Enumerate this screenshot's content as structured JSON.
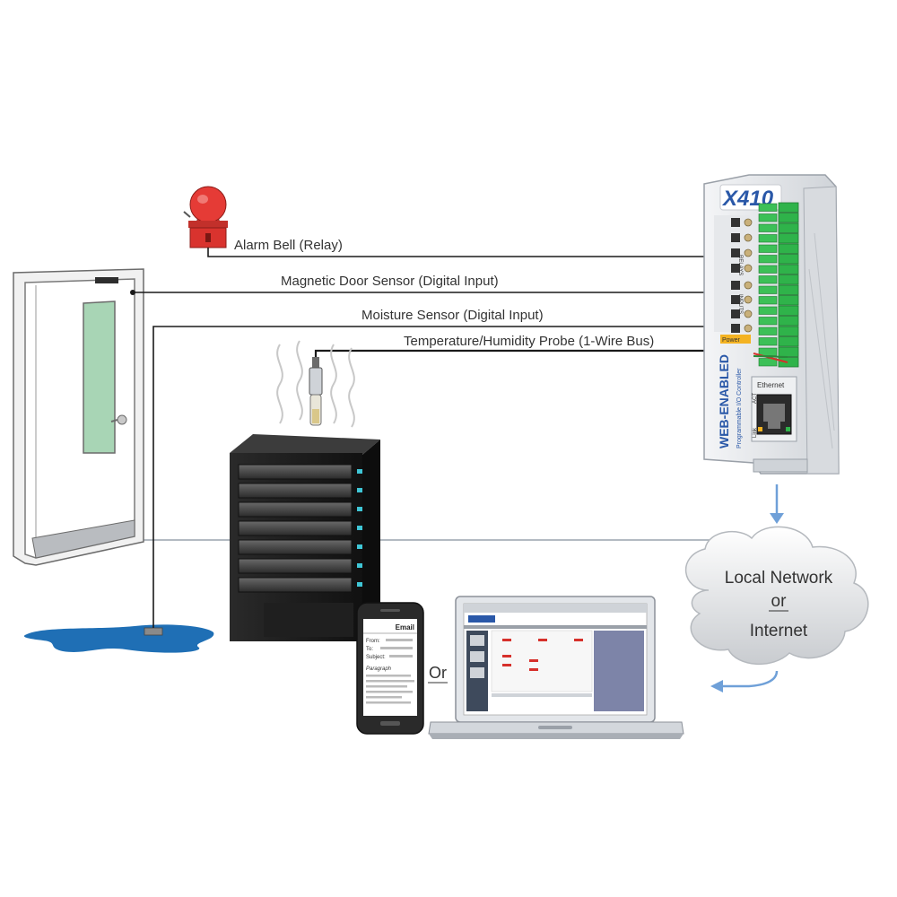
{
  "labels": {
    "alarm_bell": "Alarm Bell (Relay)",
    "door_sensor": "Magnetic Door Sensor (Digital Input)",
    "moisture_sensor": "Moisture Sensor (Digital Input)",
    "temp_probe": "Temperature/Humidity Probe (1-Wire Bus)"
  },
  "device": {
    "model": "X410",
    "side_label": "WEB-ENABLED",
    "side_sublabel": "Programmable I/O Controller",
    "relays_label": "RELAYS",
    "inputs_label": "INPUTS",
    "power_label": "Power",
    "ethernet_label": "Ethernet",
    "act_label": "ACT",
    "link_label": "Link"
  },
  "cloud": {
    "line1": "Local Network",
    "line2": "or",
    "line3": "Internet"
  },
  "or_label": "Or",
  "phone": {
    "title": "Email",
    "from": "From:",
    "to": "To:",
    "subject": "Subject:",
    "body": "Paragraph"
  },
  "colors": {
    "wire": "#1a1a1a",
    "network_line": "#9aa3ad",
    "arrow": "#6fa0d8",
    "terminal_green": "#2fb34a",
    "water": "#1f6fb5",
    "device_blue": "#2a58a8"
  }
}
